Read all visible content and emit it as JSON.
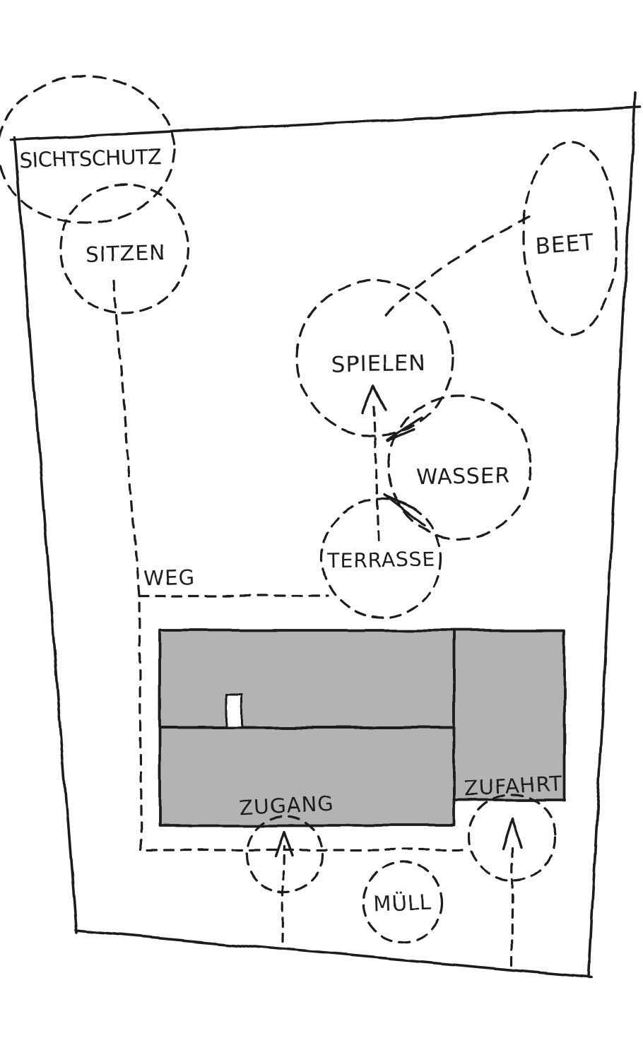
{
  "labels": {
    "sichtschutz": "SICHTSCHUTZ",
    "sitzen": "SITZEN",
    "beet": "BEET",
    "spielen": "SPIELEN",
    "wasser": "WASSER",
    "terrasse": "TERRASSE",
    "weg": "WEG",
    "zugang": "ZUGANG",
    "zufahrt": "ZUFAHRT",
    "muell": "MÜLL"
  },
  "colors": {
    "ink": "#1c1c1c",
    "building_fill": "#b2b4b3",
    "background": "#ffffff"
  }
}
